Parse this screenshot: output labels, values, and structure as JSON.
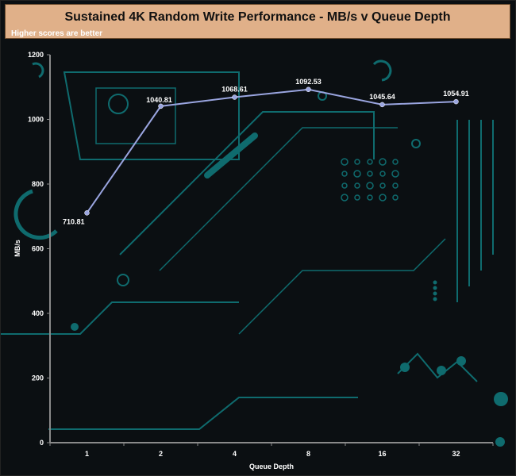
{
  "header": {
    "title": "Sustained 4K Random Write Performance - MB/s v Queue Depth",
    "subtitle": "Higher scores are better"
  },
  "colors": {
    "background": "#0b0f12",
    "header_bg": "#e0b089",
    "series_line": "#9aa5e0",
    "axis": "#8a8a8a",
    "circuit": "#0f6b6e"
  },
  "chart_data": {
    "type": "line",
    "title": "Sustained 4K Random Write Performance - MB/s v Queue Depth",
    "subtitle": "Higher scores are better",
    "xlabel": "Queue Depth",
    "ylabel": "MB/s",
    "categories": [
      "1",
      "2",
      "4",
      "8",
      "16",
      "32"
    ],
    "series": [
      {
        "values": [
          710.81,
          1040.81,
          1068.61,
          1092.53,
          1045.64,
          1054.91
        ]
      }
    ],
    "data_labels": [
      "710.81",
      "1040.81",
      "1068.61",
      "1092.53",
      "1045.64",
      "1054.91"
    ],
    "ylim": [
      0,
      1200
    ],
    "yticks": [
      0,
      200,
      400,
      600,
      800,
      1000,
      1200
    ],
    "grid": false,
    "legend": "none"
  }
}
